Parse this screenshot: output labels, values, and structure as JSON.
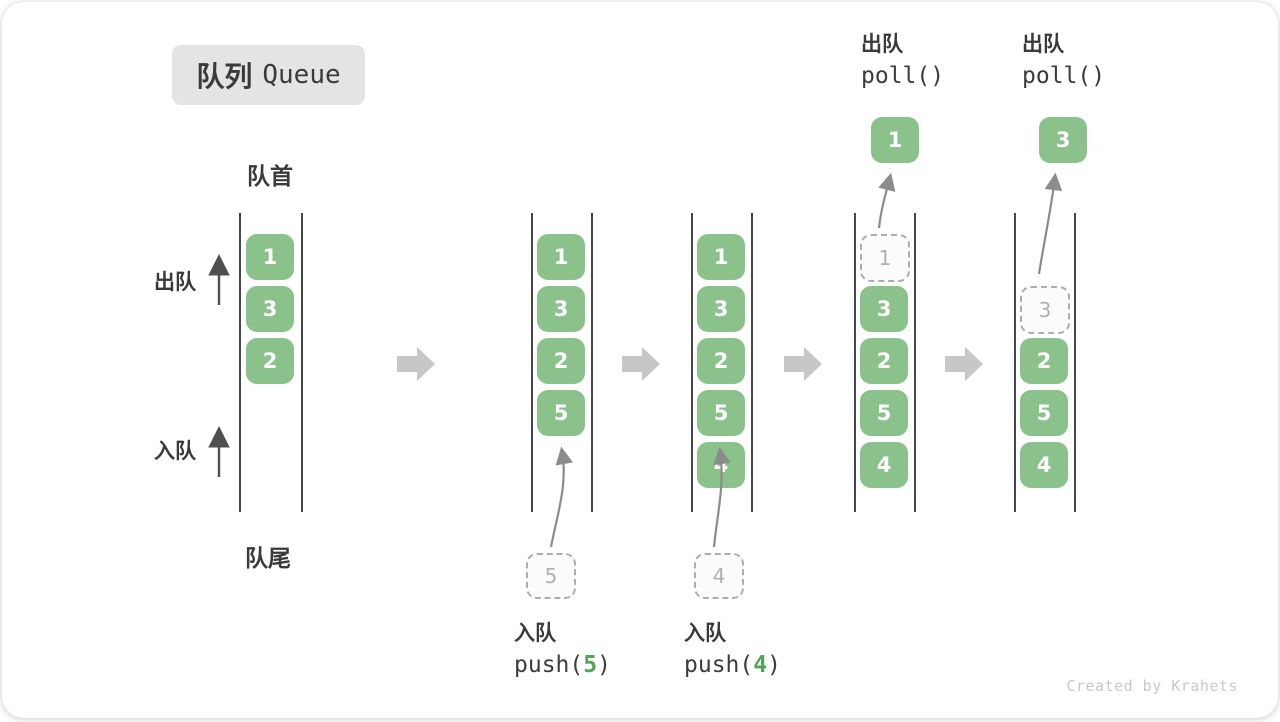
{
  "badge": {
    "title_zh": "队列",
    "title_en": "Queue"
  },
  "labels": {
    "front": "队首",
    "rear": "队尾",
    "dequeue": "出队",
    "enqueue": "入队"
  },
  "queues": [
    {
      "name": "state-1",
      "items": [
        "1",
        "3",
        "2"
      ]
    },
    {
      "name": "state-2",
      "items": [
        "1",
        "3",
        "2",
        "5"
      ]
    },
    {
      "name": "state-3",
      "items": [
        "1",
        "3",
        "2",
        "5",
        "4"
      ]
    },
    {
      "name": "state-4",
      "ghost": "1",
      "items": [
        "3",
        "2",
        "5",
        "4"
      ]
    },
    {
      "name": "state-5",
      "ghost": "3",
      "items": [
        "2",
        "5",
        "4"
      ]
    }
  ],
  "floating_blocks": [
    {
      "value": "1"
    },
    {
      "value": "3"
    }
  ],
  "incoming_blocks": [
    {
      "value": "5"
    },
    {
      "value": "4"
    }
  ],
  "operations": {
    "push_5": {
      "label": "入队",
      "fn": "push(",
      "arg": "5",
      "close": ")"
    },
    "push_4": {
      "label": "入队",
      "fn": "push(",
      "arg": "4",
      "close": ")"
    },
    "poll_1": {
      "label": "出队",
      "code": "poll()"
    },
    "poll_2": {
      "label": "出队",
      "code": "poll()"
    }
  },
  "watermark": "Created by Krahets",
  "colors": {
    "block_green": "#8bc28b",
    "code_green": "#55a357"
  }
}
